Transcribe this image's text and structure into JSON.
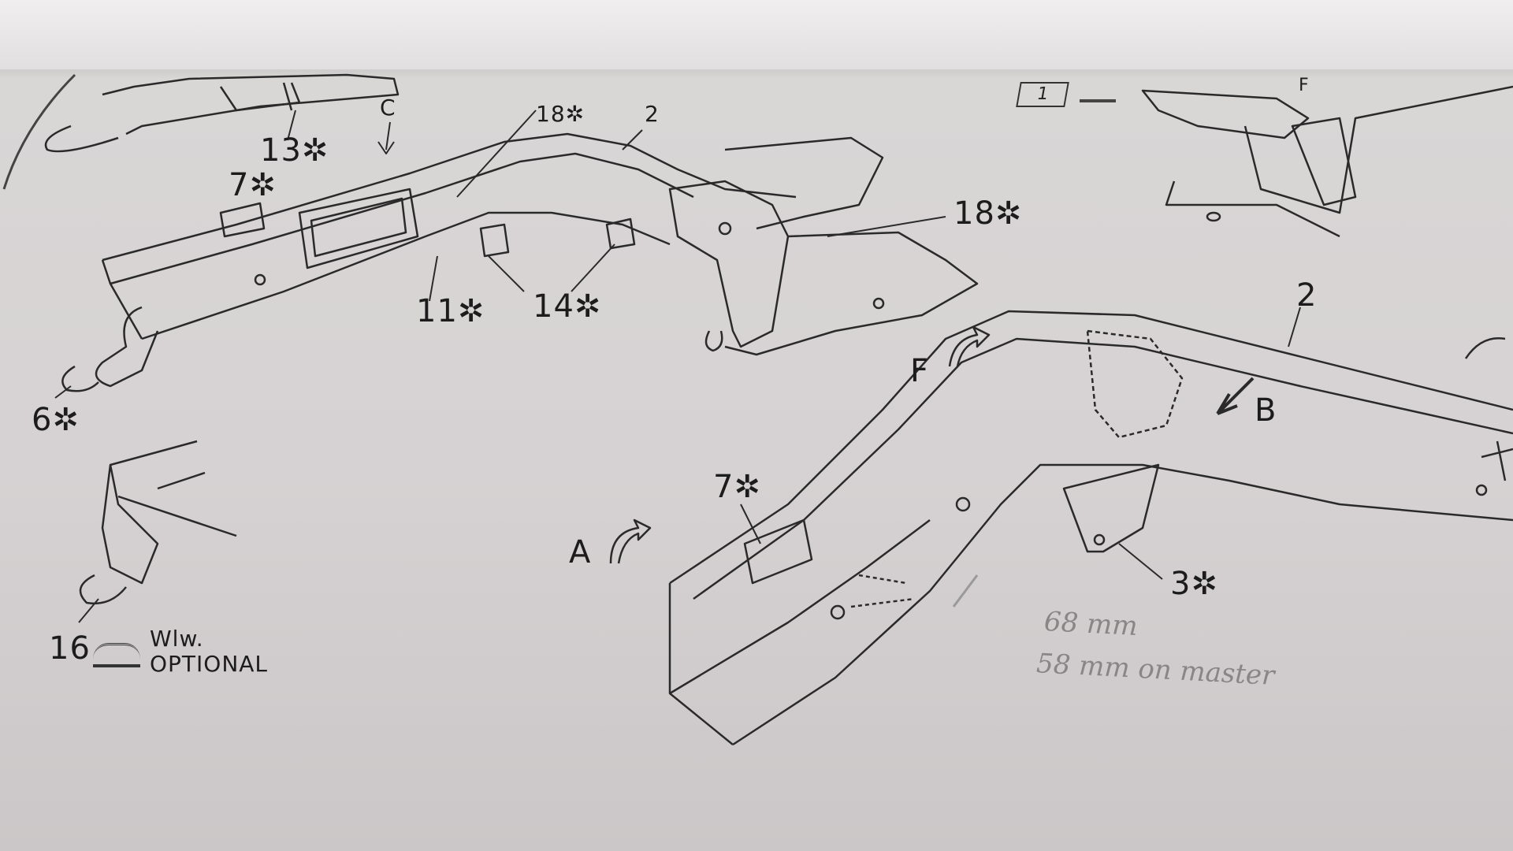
{
  "diagram": {
    "labels_upper_left": {
      "part_13": "13✲",
      "view_c": "C",
      "part_18_top": "18✲",
      "part_2_top": "2",
      "part_7_top": "7✲",
      "part_18_right": "18✲",
      "part_11": "11✲",
      "part_14": "14✲",
      "part_6": "6✲"
    },
    "labels_lower_right": {
      "part_2": "2",
      "view_f": "F",
      "view_b": "B",
      "part_7": "7✲",
      "view_a": "A",
      "part_3": "3✲"
    },
    "optional_detail": {
      "part_16": "16",
      "line1": "Wlw.",
      "line2": "OPTIONAL"
    },
    "top_right_inset": {
      "box_number": "1",
      "view_f": "F"
    },
    "handwritten_note": {
      "line1": "68 mm",
      "line2": "58 mm on master"
    }
  }
}
